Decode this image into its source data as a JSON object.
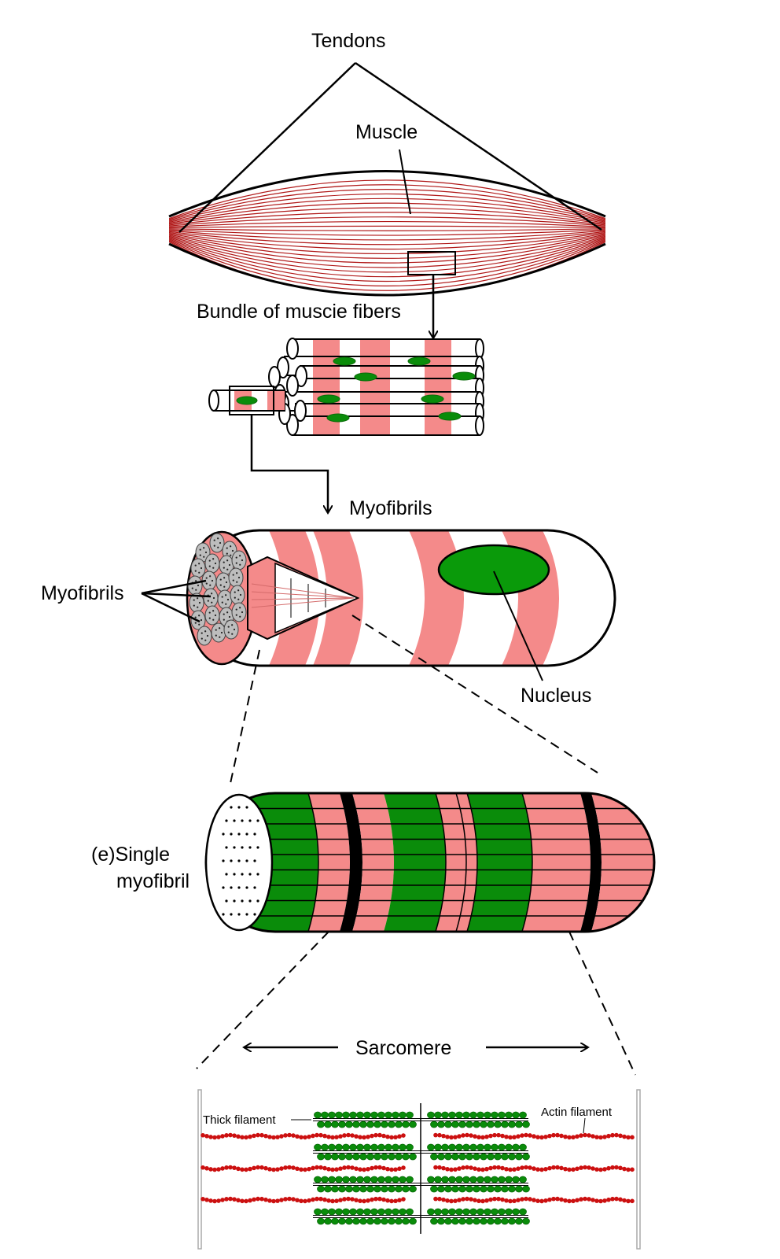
{
  "labels": {
    "tendons": "Tendons",
    "muscle": "Muscle",
    "bundle": "Bundle of muscie fibers",
    "myofibrils_top": "Myofibrils",
    "myofibrils_left": "Myofibrils",
    "nucleus": "Nucleus",
    "single_line1": "(e)Single",
    "single_line2": "myofibril",
    "sarcomere": "Sarcomere",
    "thick_filament": "Thick  filament",
    "actin_filament": "Actin  filament"
  },
  "colors": {
    "muscle_line": "#b01818",
    "pink": "#f48a8a",
    "green": "#0a8c0a",
    "dark_green": "#0a6a0a",
    "actin_red": "#cc1010",
    "outline": "#000000"
  }
}
